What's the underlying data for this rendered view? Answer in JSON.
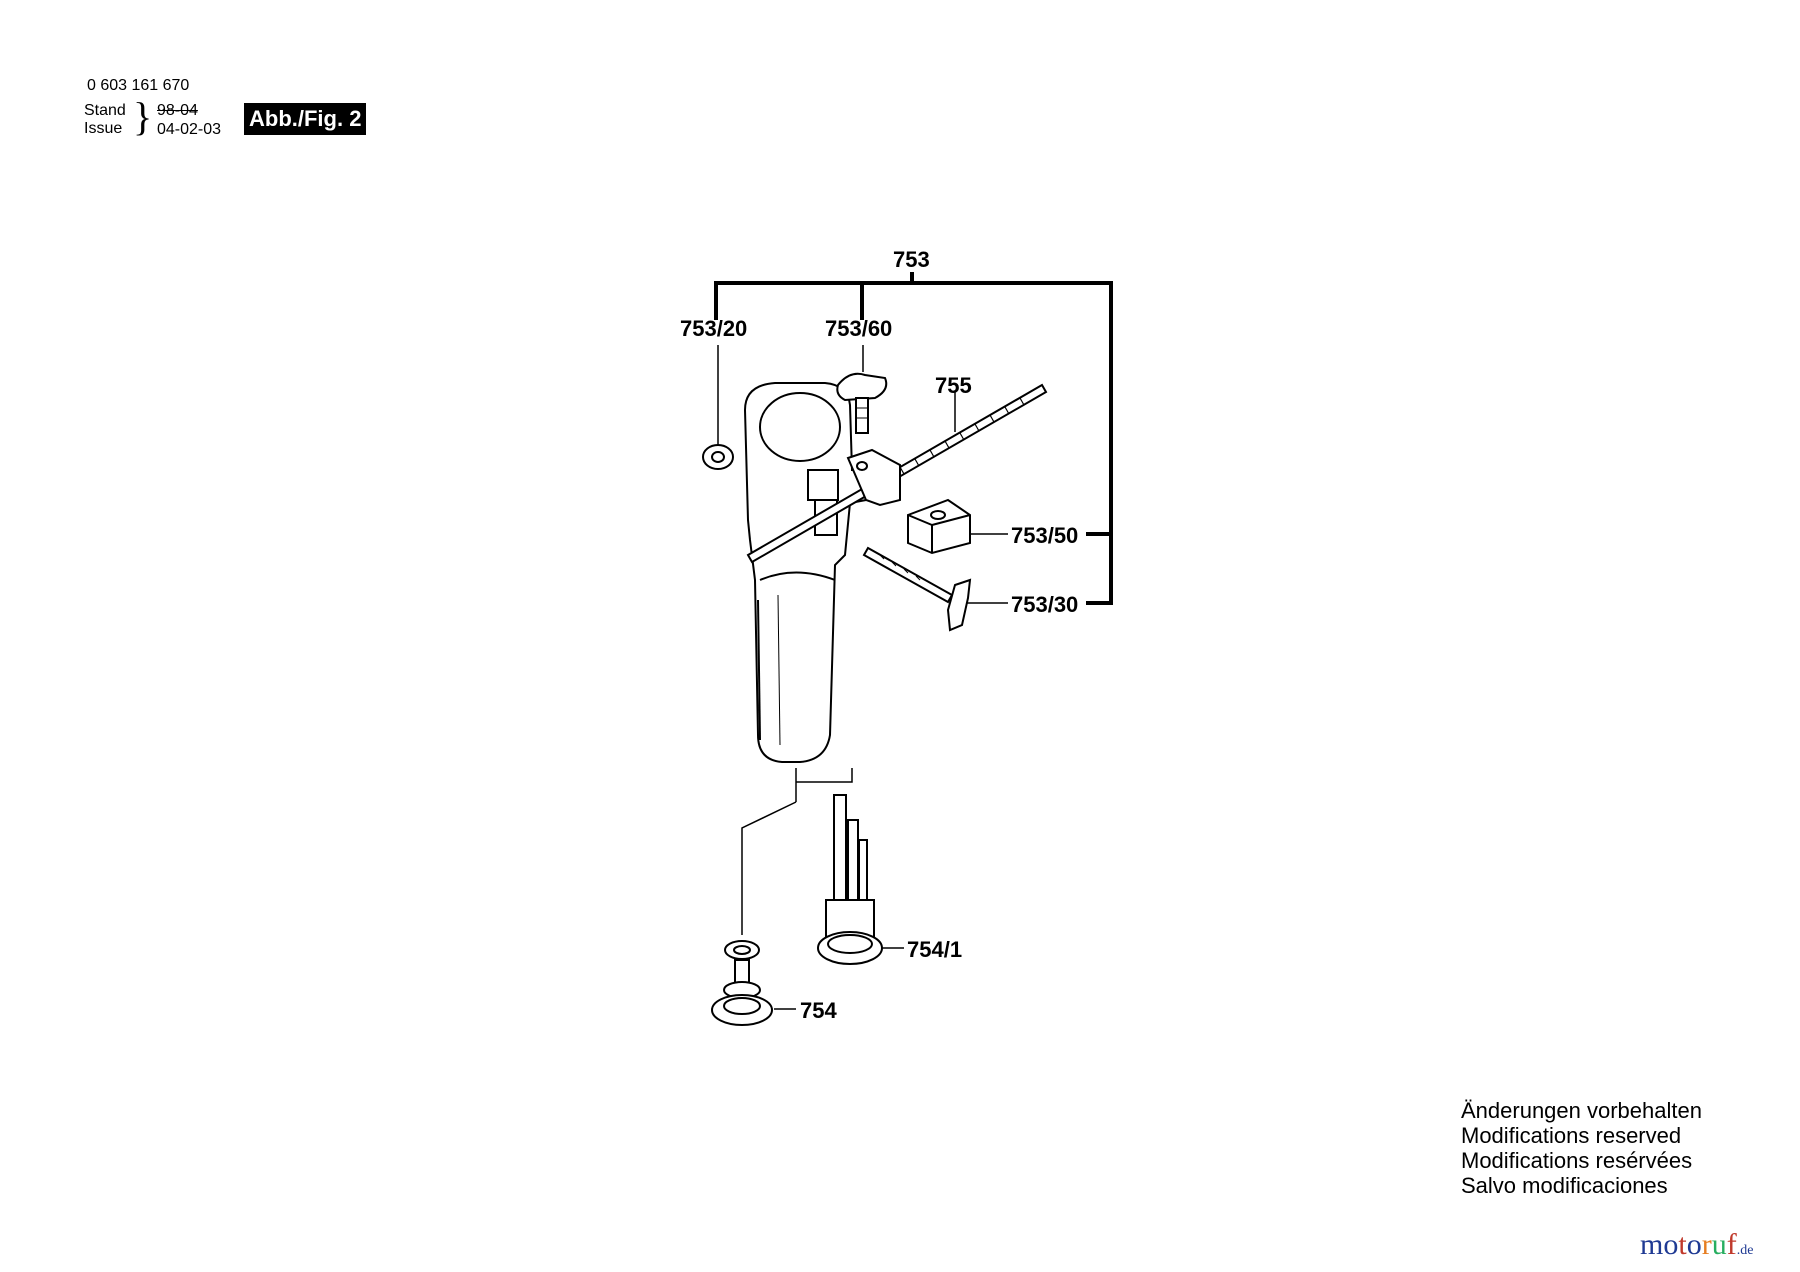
{
  "header": {
    "part_number": "0 603 161 670",
    "stand_label": "Stand",
    "issue_label": "Issue",
    "old_date": "98-04",
    "issue_date": "04-02-03",
    "figure_label": "Abb./Fig. 2"
  },
  "callouts": {
    "c753": "753",
    "c753_20": "753/20",
    "c753_60": "753/60",
    "c755": "755",
    "c753_50": "753/50",
    "c753_30": "753/30",
    "c754_1": "754/1",
    "c754": "754"
  },
  "notes": [
    "Änderungen vorbehalten",
    "Modifications reserved",
    "Modifications resérvées",
    "Salvo modificaciones"
  ],
  "watermark": {
    "letters": [
      "m",
      "o",
      "t",
      "o",
      "r",
      "u",
      "f"
    ],
    "suffix": ".de",
    "colors": [
      "#1f3a93",
      "#1f3a93",
      "#c0392b",
      "#1f3a93",
      "#e67e22",
      "#27ae60",
      "#c0392b"
    ]
  }
}
